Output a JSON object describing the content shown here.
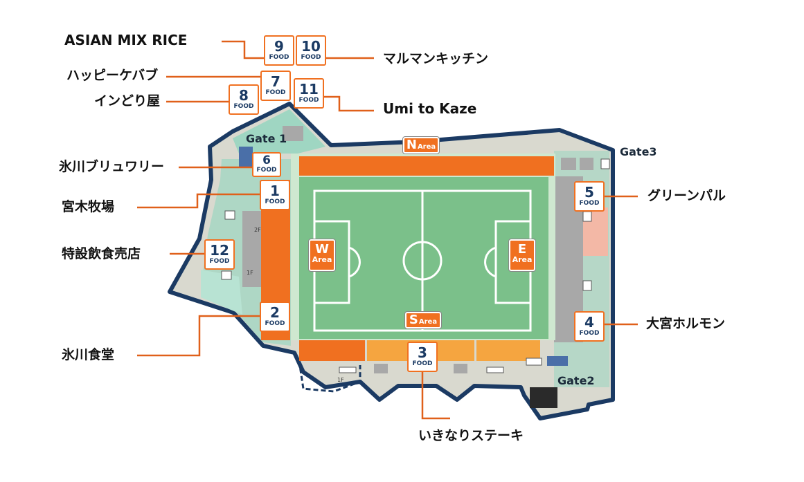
{
  "colors": {
    "outline": "#1b3a63",
    "concourse": "#d9d9cf",
    "teal": "#9fd6c2",
    "seat_orange": "#f07020",
    "seat_light": "#f5a540",
    "pitch": "#7bc08a",
    "pitch_border": "#cfe8d0",
    "stand_gray": "#a8a8a8",
    "pink": "#f3b8a6",
    "leader": "#e0601a"
  },
  "gates": {
    "gate1": "Gate 1",
    "gate2": "Gate2",
    "gate3": "Gate3"
  },
  "areas": {
    "n": {
      "letter": "N",
      "word": "Area"
    },
    "w": {
      "letter": "W",
      "word": "Area"
    },
    "e": {
      "letter": "E",
      "word": "Area"
    },
    "s": {
      "letter": "S",
      "word": "Area"
    }
  },
  "floor_labels": {
    "f2": "2F",
    "f1a": "1F",
    "f1b": "1F"
  },
  "booths": [
    {
      "id": "1",
      "number": "1",
      "tag": "FOOD",
      "vendor": "宮木牧場"
    },
    {
      "id": "2",
      "number": "2",
      "tag": "FOOD",
      "vendor": "氷川食堂"
    },
    {
      "id": "3",
      "number": "3",
      "tag": "FOOD",
      "vendor": "いきなりステーキ"
    },
    {
      "id": "4",
      "number": "4",
      "tag": "FOOD",
      "vendor": "大宮ホルモン"
    },
    {
      "id": "5",
      "number": "5",
      "tag": "FOOD",
      "vendor": "グリーンパル"
    },
    {
      "id": "6",
      "number": "6",
      "tag": "FOOD",
      "vendor": "氷川ブリュワリー"
    },
    {
      "id": "7",
      "number": "7",
      "tag": "FOOD",
      "vendor": "ハッピーケバブ"
    },
    {
      "id": "8",
      "number": "8",
      "tag": "FOOD",
      "vendor": "インどり屋"
    },
    {
      "id": "9",
      "number": "9",
      "tag": "FOOD",
      "vendor": "ASIAN MIX RICE"
    },
    {
      "id": "10",
      "number": "10",
      "tag": "FOOD",
      "vendor": "マルマンキッチン"
    },
    {
      "id": "11",
      "number": "11",
      "tag": "FOOD",
      "vendor": "Umi to Kaze"
    },
    {
      "id": "12",
      "number": "12",
      "tag": "FOOD",
      "vendor": "特設飲食売店"
    }
  ]
}
